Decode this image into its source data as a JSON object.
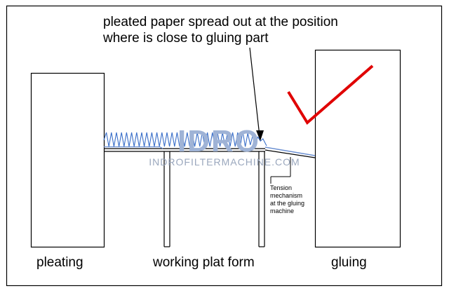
{
  "diagram": {
    "annotation_top": {
      "line1": "pleated paper spread out at the position",
      "line2": "where is close to gluing part"
    },
    "labels": {
      "pleating": "pleating",
      "platform": "working plat form",
      "gluing": "gluing"
    },
    "tension_note": [
      "Tension",
      "mechanism",
      "at the gluing",
      "machine"
    ],
    "watermark": {
      "logo": "IDRO",
      "site": "INDROFILTERMACHINE.COM"
    },
    "colors": {
      "outline": "#000000",
      "pleat": "#3a6fc9",
      "check_mark": "#e00000",
      "paper": "#6b8fd1",
      "watermark": "#9fb3d6"
    },
    "icons": {
      "check": "check-mark-icon"
    }
  }
}
